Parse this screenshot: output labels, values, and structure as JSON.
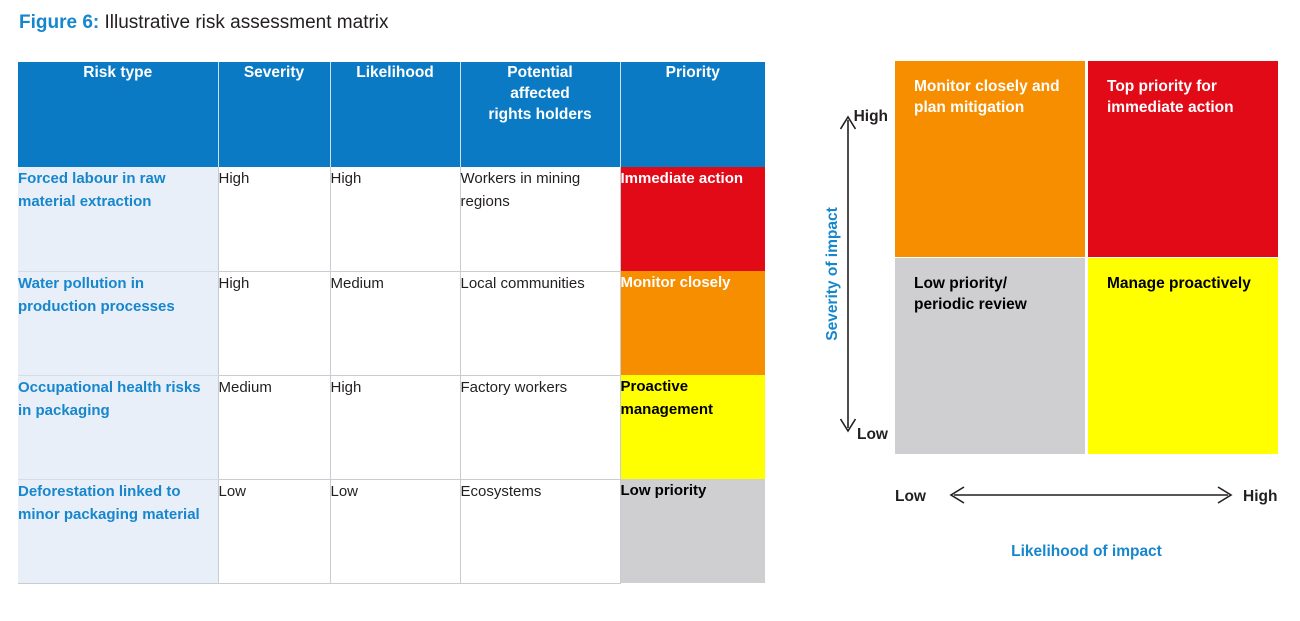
{
  "figure": {
    "label": "Figure 6:",
    "title": " Illustrative risk assessment matrix"
  },
  "colors": {
    "brand_blue": "#1686cd",
    "header_blue": "#0b7ac4",
    "risk_cell_bg": "#e9eff8",
    "red": "#e30a17",
    "orange": "#f78e00",
    "yellow": "#ffff00",
    "grey": "#cfcfd1"
  },
  "table": {
    "headers": [
      "Risk type",
      "Severity",
      "Likelihood",
      "Potential\naffected\nrights holders",
      "Priority"
    ],
    "header_parts": {
      "risk_type": "Risk type",
      "severity": "Severity",
      "likelihood": "Likelihood",
      "rights_line1": "Potential",
      "rights_line2": "affected",
      "rights_line3": "rights holders",
      "priority": "Priority"
    },
    "rows": [
      {
        "risk_type": "Forced labour in raw material extraction",
        "severity": "High",
        "likelihood": "High",
        "rights_holders": "Workers in mining regions",
        "priority": "Immediate action",
        "priority_color": "red"
      },
      {
        "risk_type": "Water pollution in production processes",
        "severity": "High",
        "likelihood": "Medium",
        "rights_holders": "Local communities",
        "priority": "Monitor closely",
        "priority_color": "orange"
      },
      {
        "risk_type": "Occupational health risks in packaging",
        "severity": "Medium",
        "likelihood": "High",
        "rights_holders": "Factory workers",
        "priority": "Proactive management",
        "priority_color": "yellow"
      },
      {
        "risk_type": "Deforestation linked to minor packaging material",
        "severity": "Low",
        "likelihood": "Low",
        "rights_holders": "Ecosystems",
        "priority": "Low priority",
        "priority_color": "grey"
      }
    ]
  },
  "matrix": {
    "y_axis": {
      "high_label": "High",
      "low_label": "Low",
      "title": "Severity of impact"
    },
    "x_axis": {
      "low_label": "Low",
      "high_label": "High",
      "title": "Likelihood of impact"
    },
    "quadrants": {
      "top_left": {
        "text": "Monitor closely and plan mitigation",
        "color": "#f78e00",
        "severity": "High",
        "likelihood": "Low"
      },
      "top_right": {
        "text": "Top priority for immediate action",
        "color": "#e30a17",
        "severity": "High",
        "likelihood": "High"
      },
      "bottom_left": {
        "text": "Low priority/ periodic review",
        "color": "#cfcfd1",
        "severity": "Low",
        "likelihood": "Low"
      },
      "bottom_right": {
        "text": "Manage proactively",
        "color": "#ffff00",
        "severity": "Low",
        "likelihood": "High"
      }
    }
  }
}
